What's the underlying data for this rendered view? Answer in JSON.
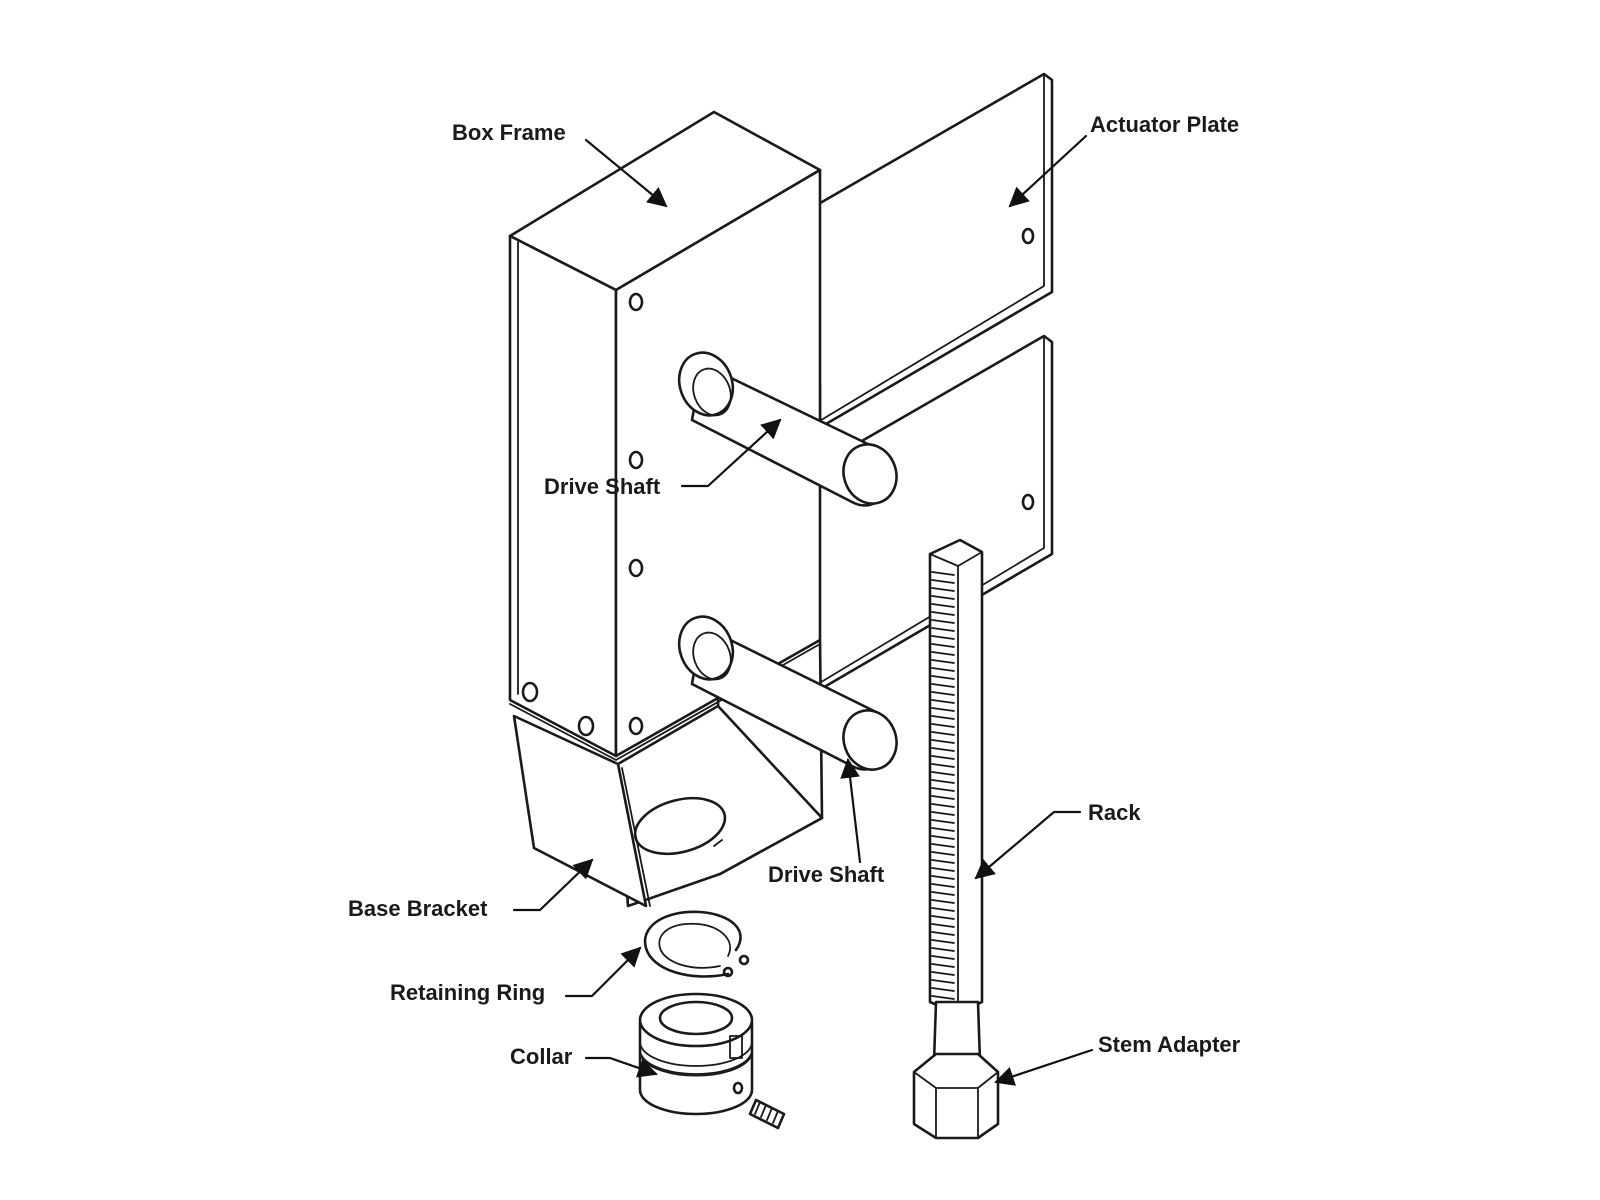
{
  "labels": {
    "box_frame": "Box Frame",
    "actuator_plate": "Actuator Plate",
    "drive_shaft_upper": "Drive Shaft",
    "drive_shaft_lower": "Drive Shaft",
    "rack": "Rack",
    "base_bracket": "Base Bracket",
    "retaining_ring": "Retaining Ring",
    "collar": "Collar",
    "stem_adapter": "Stem Adapter"
  },
  "colors": {
    "line": "#1a1a1a",
    "background": "#ffffff"
  }
}
